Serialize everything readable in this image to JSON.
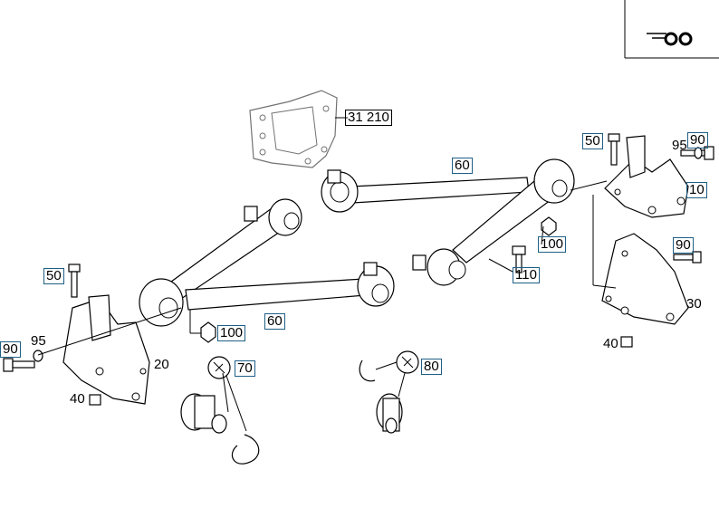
{
  "header": {
    "symbol_icon": "axle-wheels-icon",
    "symbol_text": "OO"
  },
  "callouts": {
    "c31210": "31 210",
    "c60_top": "60",
    "c60_bottom": "60",
    "c50_right": "50",
    "c90_right_top": "90",
    "c95_right": "95",
    "c10": "10",
    "c100_right": "100",
    "c110": "110",
    "c90_right_mid": "90",
    "c30": "30",
    "c40_right": "40",
    "c50_left": "50",
    "c95_left": "95",
    "c90_left": "90",
    "c100_left": "100",
    "c20": "20",
    "c40_left": "40",
    "c70": "70",
    "c80": "80"
  },
  "colors": {
    "callout_border": "#1f5f86",
    "line": "#000000"
  }
}
